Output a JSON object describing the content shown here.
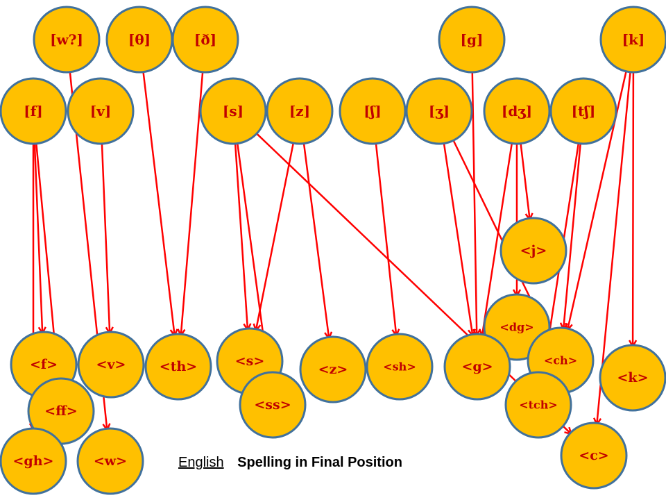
{
  "caption": {
    "language": "English",
    "title": "Spelling in Final Position"
  },
  "colors": {
    "node_fill": "#FFC000",
    "node_stroke": "#41719C",
    "label": "#C00000",
    "arrow": "#FF0000"
  },
  "phonemes": [
    {
      "id": "wq",
      "label": "[w?]"
    },
    {
      "id": "theta",
      "label": "[θ]"
    },
    {
      "id": "eth",
      "label": "[ð]"
    },
    {
      "id": "g",
      "label": "[g]"
    },
    {
      "id": "k",
      "label": "[k]"
    },
    {
      "id": "f",
      "label": "[f]"
    },
    {
      "id": "v",
      "label": "[v]"
    },
    {
      "id": "s",
      "label": "[s]"
    },
    {
      "id": "z",
      "label": "[z]"
    },
    {
      "id": "sh",
      "label": "[ʃ]"
    },
    {
      "id": "zh",
      "label": "[ʒ]"
    },
    {
      "id": "dzh",
      "label": "[dʒ]"
    },
    {
      "id": "tsh",
      "label": "[tʃ]"
    }
  ],
  "spellings": [
    {
      "id": "j",
      "label": "<j>"
    },
    {
      "id": "dg",
      "label": "<dg>"
    },
    {
      "id": "f",
      "label": "<f>"
    },
    {
      "id": "v",
      "label": "<v>"
    },
    {
      "id": "th",
      "label": "<th>"
    },
    {
      "id": "s",
      "label": "<s>"
    },
    {
      "id": "z",
      "label": "<z>"
    },
    {
      "id": "sh",
      "label": "<sh>"
    },
    {
      "id": "g",
      "label": "<g>"
    },
    {
      "id": "ch",
      "label": "<ch>"
    },
    {
      "id": "k",
      "label": "<k>"
    },
    {
      "id": "ff",
      "label": "<ff>"
    },
    {
      "id": "ss",
      "label": "<ss>"
    },
    {
      "id": "tch",
      "label": "<tch>"
    },
    {
      "id": "gh",
      "label": "<gh>"
    },
    {
      "id": "w",
      "label": "<w>"
    },
    {
      "id": "c",
      "label": "<c>"
    }
  ],
  "mappings": [
    {
      "from": "f",
      "to": "f"
    },
    {
      "from": "f",
      "to": "ff"
    },
    {
      "from": "f",
      "to": "gh"
    },
    {
      "from": "wq",
      "to": "w"
    },
    {
      "from": "v",
      "to": "v"
    },
    {
      "from": "theta",
      "to": "th"
    },
    {
      "from": "eth",
      "to": "th"
    },
    {
      "from": "s",
      "to": "s"
    },
    {
      "from": "s",
      "to": "ss"
    },
    {
      "from": "s",
      "to": "c"
    },
    {
      "from": "z",
      "to": "s"
    },
    {
      "from": "z",
      "to": "z"
    },
    {
      "from": "sh",
      "to": "sh"
    },
    {
      "from": "g",
      "to": "g"
    },
    {
      "from": "zh",
      "to": "g"
    },
    {
      "from": "zh",
      "to": "ch"
    },
    {
      "from": "dzh",
      "to": "j"
    },
    {
      "from": "dzh",
      "to": "dg"
    },
    {
      "from": "dzh",
      "to": "g"
    },
    {
      "from": "tsh",
      "to": "ch"
    },
    {
      "from": "tsh",
      "to": "tch"
    },
    {
      "from": "k",
      "to": "k"
    },
    {
      "from": "k",
      "to": "ch"
    },
    {
      "from": "k",
      "to": "c"
    }
  ]
}
